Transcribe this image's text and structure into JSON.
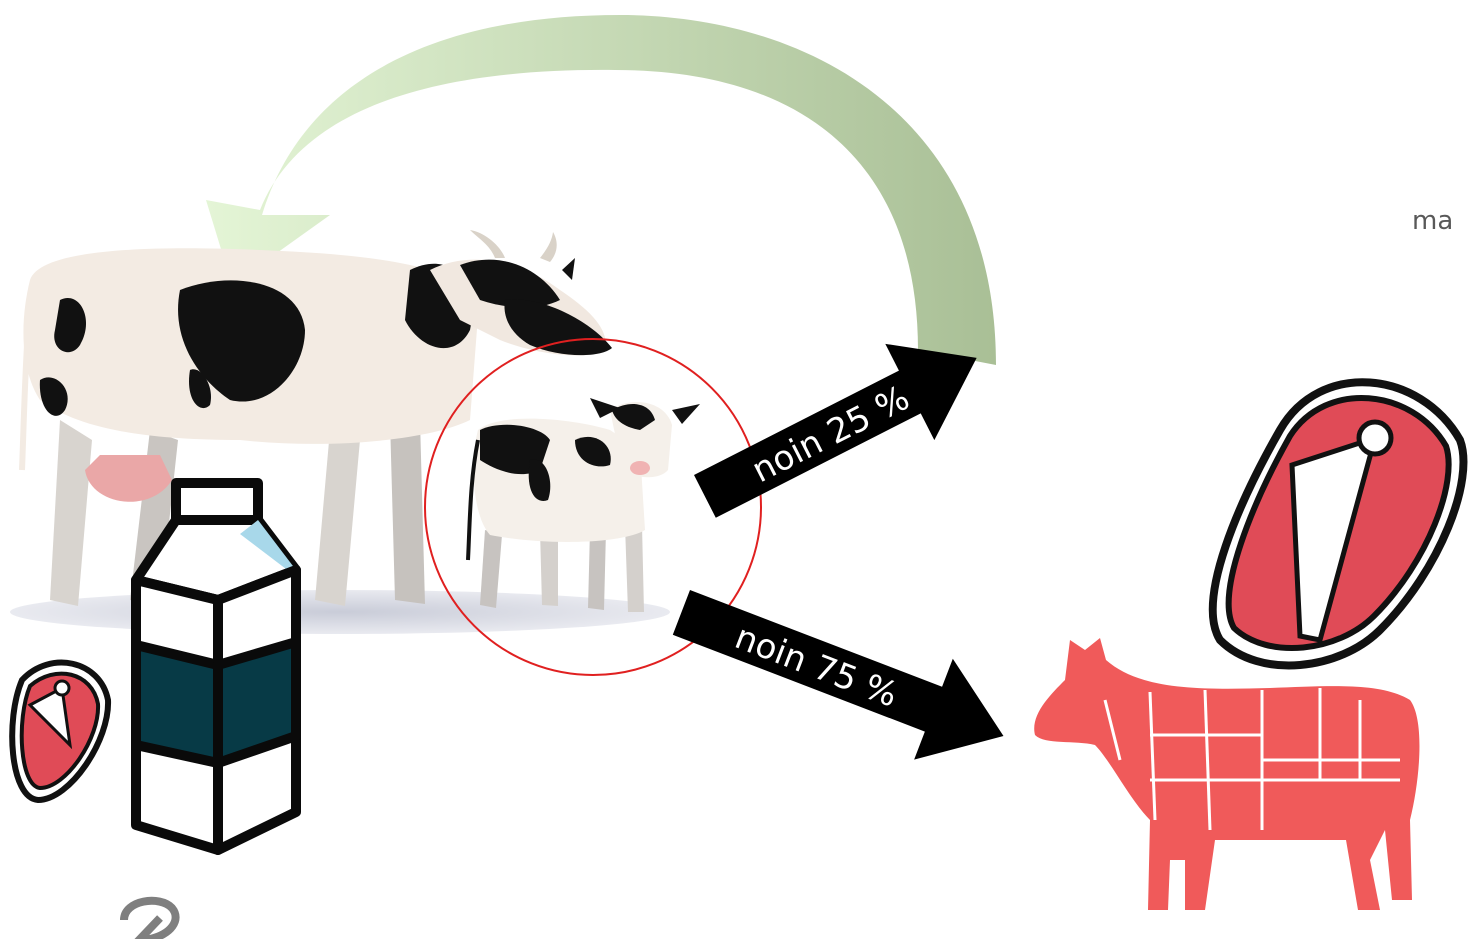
{
  "diagram": {
    "arrow_upper_label": "noin 25 %",
    "arrow_lower_label": "noin 75 %",
    "corner_text": "ma"
  },
  "colors": {
    "recycle_arrow_light": "#e4f5d6",
    "recycle_arrow_dark": "#a9bf96",
    "meat_red": "#f05a5a",
    "steak_red": "#e04b57",
    "milk_band": "#073a46",
    "milk_cap": "#a8d8ea",
    "calf_ring": "#e02020"
  },
  "icons": [
    "cow-illustration",
    "calf-illustration",
    "milk-carton-icon",
    "steak-icon",
    "beef-cuts-icon"
  ]
}
